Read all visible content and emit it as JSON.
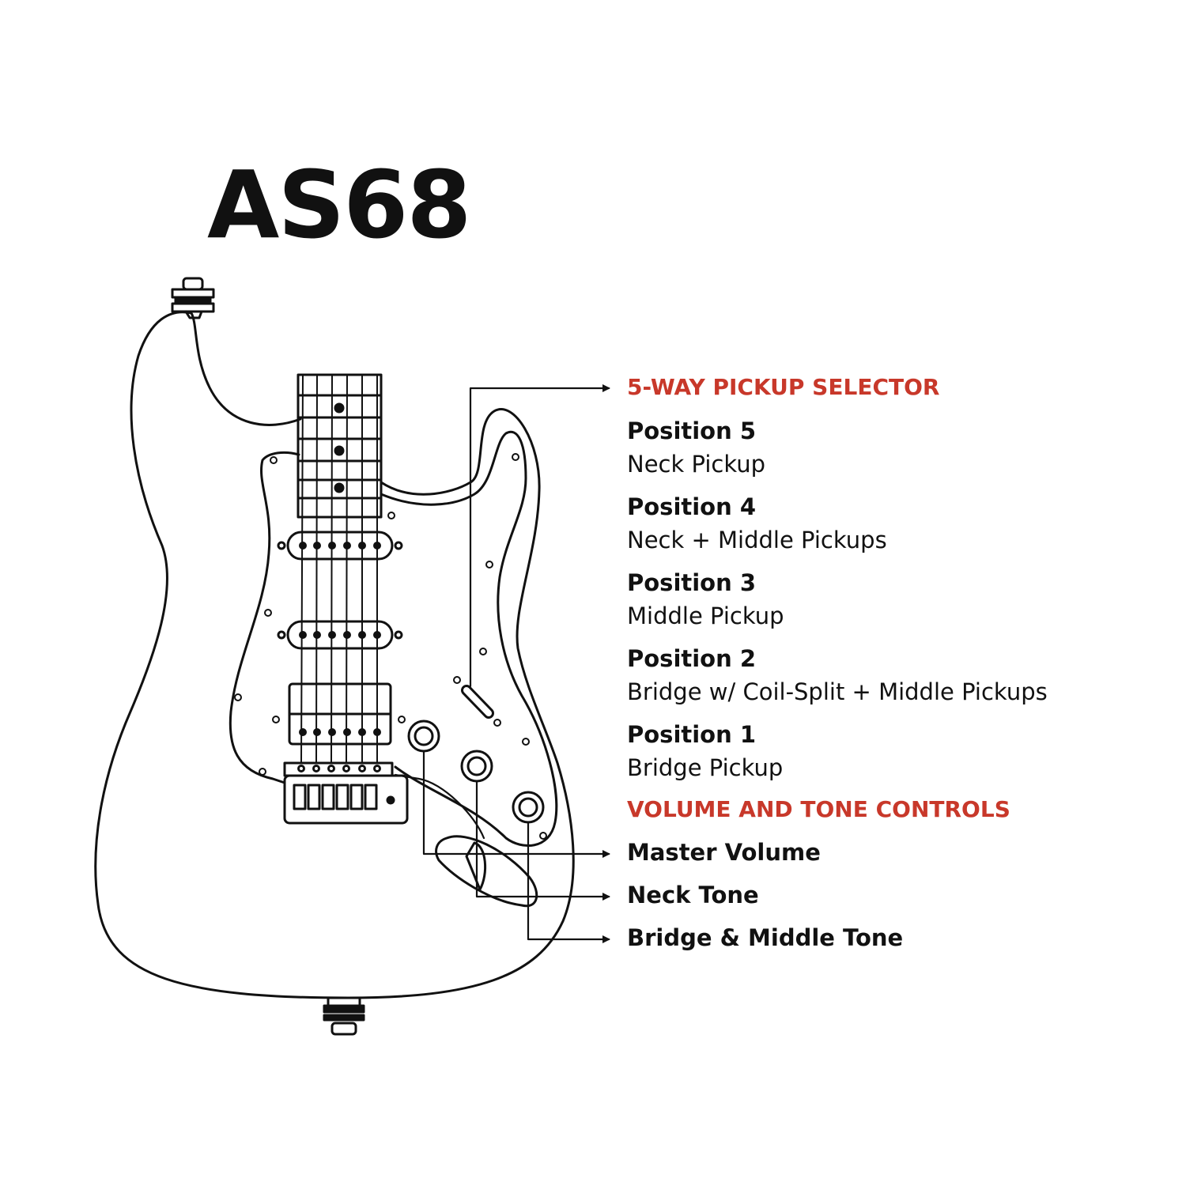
{
  "title": "AS68",
  "colors": {
    "accent": "#c8382a",
    "ink": "#111111",
    "background": "#ffffff"
  },
  "selector": {
    "heading": "5-WAY PICKUP SELECTOR",
    "positions": [
      {
        "title": "Position 5",
        "desc": "Neck Pickup"
      },
      {
        "title": "Position 4",
        "desc": "Neck + Middle Pickups"
      },
      {
        "title": "Position 3",
        "desc": "Middle Pickup"
      },
      {
        "title": "Position 2",
        "desc": "Bridge w/ Coil-Split + Middle Pickups"
      },
      {
        "title": "Position 1",
        "desc": "Bridge Pickup"
      }
    ]
  },
  "controls": {
    "heading": "VOLUME AND TONE CONTROLS",
    "items": [
      "Master Volume",
      "Neck Tone",
      "Bridge & Middle Tone"
    ]
  }
}
